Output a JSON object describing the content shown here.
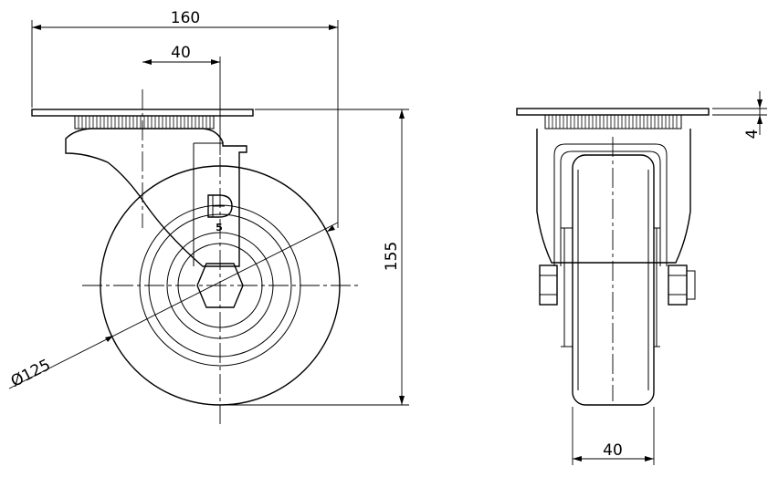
{
  "drawing": {
    "dimensions": {
      "plate_width": "160",
      "stem_offset": "40",
      "height": "155",
      "wheel_diameter": "Ø125",
      "plate_thickness": "4",
      "wheel_width": "40"
    },
    "logo": {
      "number": "5"
    }
  }
}
